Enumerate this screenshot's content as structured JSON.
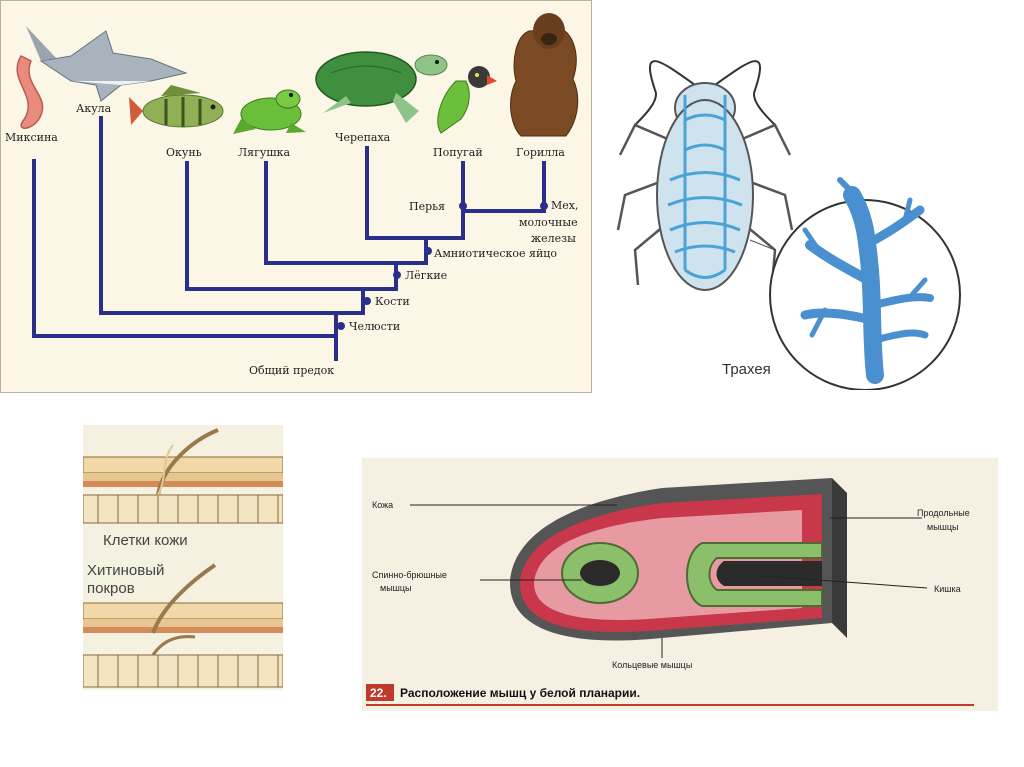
{
  "cladogram": {
    "taxa": [
      "Миксина",
      "Акула",
      "Окунь",
      "Лягушка",
      "Черепаха",
      "Попугай",
      "Горилла"
    ],
    "traits": {
      "feathers": "Перья",
      "fur_line1": "Мех,",
      "fur_line2": "молочные",
      "fur_line3": "железы",
      "amniotic_egg": "Амниотическое яйцо",
      "lungs": "Лёгкие",
      "bones": "Кости",
      "jaws": "Челюсти"
    },
    "root": "Общий предок",
    "colors": {
      "line": "#2a2f8c",
      "background": "#fcf6e6"
    }
  },
  "insect": {
    "trachea_label": "Трахея",
    "colors": {
      "trachea": "#4aa3d8",
      "body": "#cfe3ef"
    }
  },
  "skin": {
    "cells_label": "Клетки кожи",
    "chitin_line1": "Хитиновый",
    "chitin_line2": "покров"
  },
  "planaria": {
    "labels": {
      "skin": "Кожа",
      "longitudinal_line1": "Продольные",
      "longitudinal_line2": "мышцы",
      "dorsoventral_line1": "Спинно-брюшные",
      "dorsoventral_line2": "мышцы",
      "gut": "Кишка",
      "circular": "Кольцевые мышцы"
    },
    "figure_number": "22.",
    "caption": "Расположение мышц у белой планарии.",
    "colors": {
      "muscle": "#c8384a",
      "gut": "#8cbf6a",
      "caption_rule": "#c0392b"
    }
  }
}
